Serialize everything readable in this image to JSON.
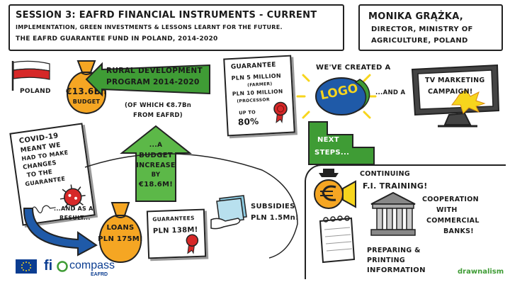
{
  "header": {
    "title_line1": "SESSION 3: EAFRD FINANCIAL INSTRUMENTS - CURRENT",
    "title_line2": "IMPLEMENTATION, GREEN INVESTMENTS & LESSONS LEARNT FOR THE FUTURE.",
    "title_line3": "THE EAFRD GUARANTEE FUND IN POLAND, 2014-2020"
  },
  "speaker": {
    "name": "MONIKA GRĄŻKA,",
    "role_line1": "DIRECTOR, MINISTRY OF",
    "role_line2": "AGRICULTURE, POLAND"
  },
  "poland": {
    "label": "POLAND",
    "bag_amount": "€13.6Bn",
    "bag_label": "BUDGET",
    "rdp_line1": "RURAL DEVELOPMENT",
    "rdp_line2": "PROGRAM 2014-2020",
    "eafrd_note_line1": "(OF WHICH €8.7Bn",
    "eafrd_note_line2": "FROM EAFRD)"
  },
  "guarantee_doc": {
    "title": "GUARANTEE",
    "farmer_amount": "PLN 5 MILLION",
    "farmer_label": "(FARMER)",
    "processor_amount": "PLN 10 MILLION",
    "processor_label": "(PROCESSOR",
    "up_to": "UP TO",
    "percent": "80%"
  },
  "marketing": {
    "created_text": "WE'VE CREATED A",
    "logo_text": "LOGO",
    "and_a": "...AND A",
    "tv_line1": "TV MARKETING",
    "tv_line2": "CAMPAIGN!"
  },
  "covid": {
    "line1": "COVID-19",
    "line2": "MEANT WE",
    "line3": "HAD TO MAKE",
    "line4": "CHANGES",
    "line5": "TO THE",
    "line6": "GUARANTEE"
  },
  "budget_arrow": {
    "line1": "...A",
    "line2": "BUDGET",
    "line3": "INCREASE",
    "line4": "BY",
    "line5": "€18.6M!"
  },
  "results": {
    "as_result_line1": "...AND AS A",
    "as_result_line2": "RESULT...",
    "loans_label": "LOANS",
    "loans_amount": "PLN 175M!",
    "guarantees_title": "GUARANTEES",
    "guarantees_amount": "PLN 138M!",
    "subsidies_title": "SUBSIDIES",
    "subsidies_amount": "PLN 1.5Mn!"
  },
  "next_steps": {
    "line1": "NEXT",
    "line2": "STEPS...",
    "training_line1": "CONTINUING",
    "training_line2": "F.I. TRAINING!",
    "coop_line1": "COOPERATION",
    "coop_line2": "WITH",
    "coop_line3": "COMMERCIAL",
    "coop_line4": "BANKS!",
    "printing_line1": "PREPARING &",
    "printing_line2": "PRINTING",
    "printing_line3": "INFORMATION"
  },
  "footer": {
    "fi_compass_fi": "fi",
    "fi_compass_compass": "compass",
    "fi_compass_sub": "EAFRD",
    "artist": "drawnalism"
  },
  "colors": {
    "gold": "#f5a623",
    "gold_dark": "#d98a10",
    "green": "#3f9c35",
    "green_light": "#5cb848",
    "blue": "#1f5aa8",
    "red": "#d62828",
    "yellow": "#f7d51d",
    "eu_blue": "#0b3d91"
  }
}
